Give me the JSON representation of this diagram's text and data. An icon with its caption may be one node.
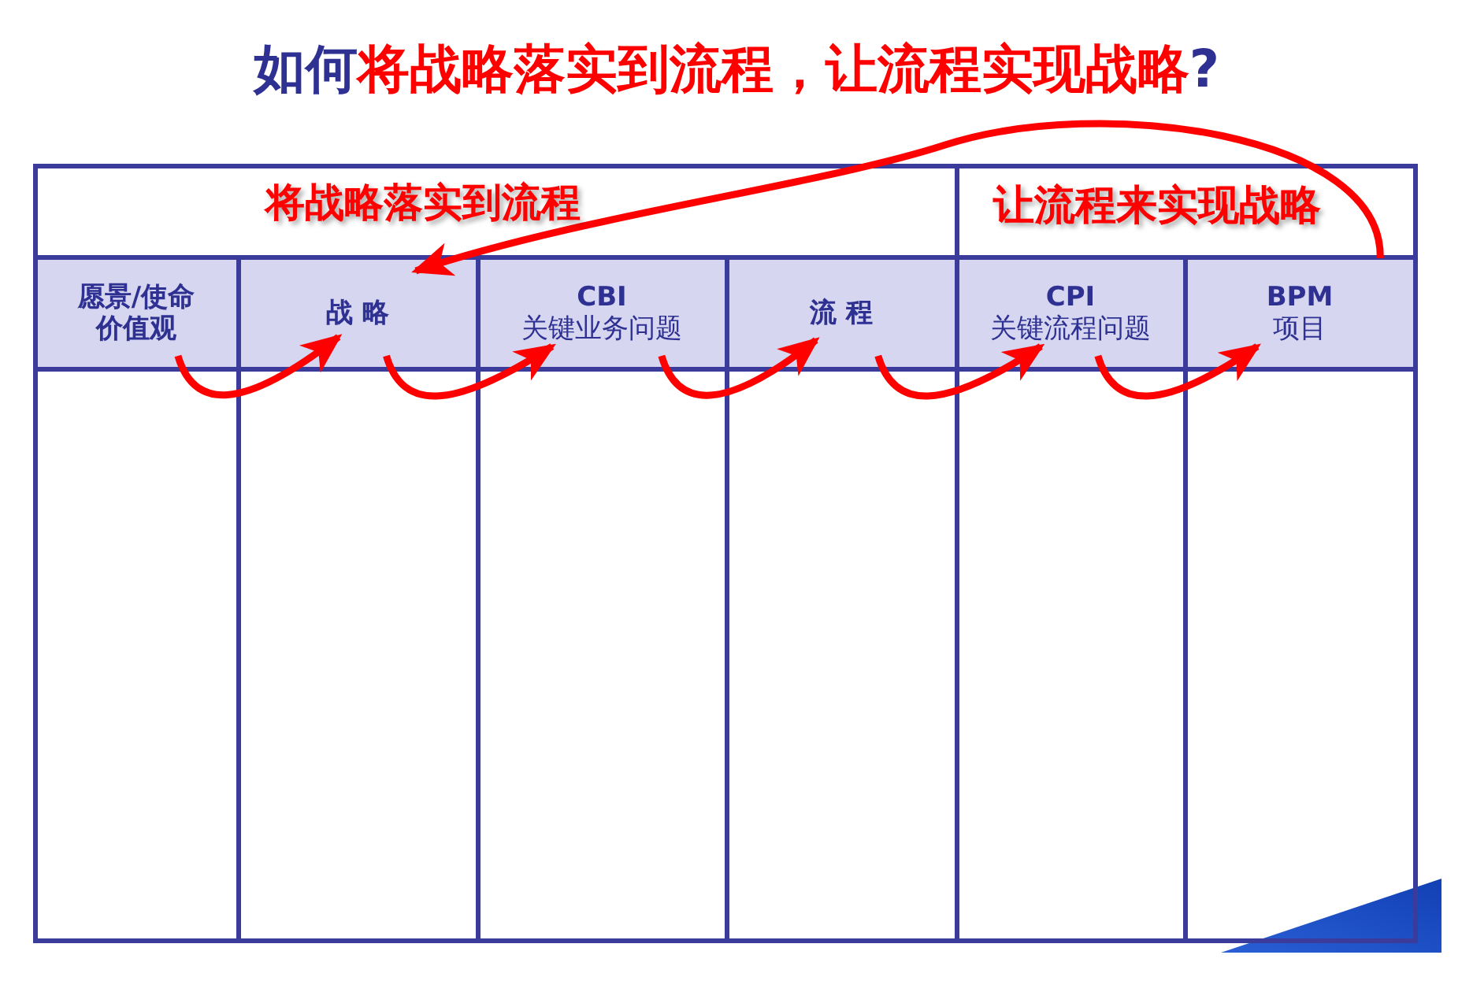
{
  "diagram": {
    "title": "**如何**将战略落实到流程，让流程实现战略**?**",
    "nodes": [
      {
        "text": [
          "将战略落实到流程"
        ]
      },
      {
        "text": [
          "让流程来实现战略"
        ]
      },
      {
        "text": [
          "愿景/使命价值观"
        ],
        "in": 0
      },
      {
        "text": [
          "战 略"
        ],
        "in": 0
      },
      {
        "text": [
          "CBI",
          "关键业务问题"
        ],
        "in": 0
      },
      {
        "text": [
          "流 程"
        ],
        "in": 0
      },
      {
        "text": [
          "CPI",
          "关键流程问题"
        ],
        "in": 1
      },
      {
        "text": [
          "BPM",
          "项目"
        ],
        "in": 1
      }
    ],
    "edges": [
      {
        "from": 2,
        "to": 3,
        "arrow": "to"
      },
      {
        "from": 3,
        "to": 4,
        "arrow": "to"
      },
      {
        "from": 4,
        "to": 5,
        "arrow": "to"
      },
      {
        "from": 5,
        "to": 6,
        "arrow": "to"
      },
      {
        "from": 6,
        "to": 7,
        "arrow": "to"
      },
      {
        "from": 7,
        "to": 3,
        "arrow": "to"
      }
    ]
  }
}
